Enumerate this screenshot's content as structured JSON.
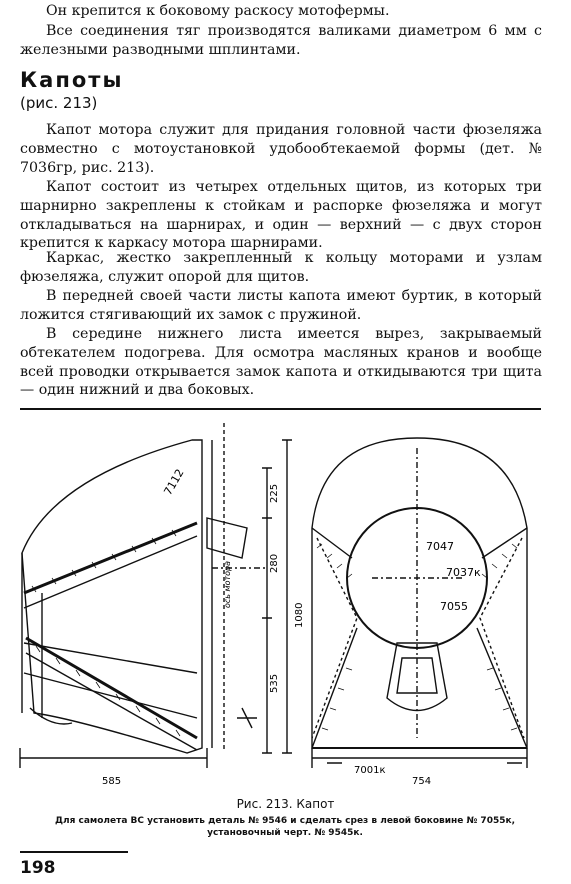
{
  "intro": {
    "line1": "Он крепится к боковому раскосу мотофермы.",
    "p2": "Все соединения тяг производятся валиками диаметром 6 мм с железными разводными шплинтами."
  },
  "section": {
    "title": "Капоты",
    "ref": "(рис. 213)",
    "paragraphs": [
      "Капот мотора служит для придания головной части фюзеляжа совместно с мотоустановкой удобообтекаемой формы (дет. № 7036гр, рис. 213).",
      "Капот состоит из четырех отдельных щитов, из которых три шарнирно закреплены к стойкам и распорке фюзеляжа и могут откладываться на шарнирах, и один — верхний — с двух сторон крепится к каркасу мотора шарнирами.",
      "Каркас, жестко закрепленный к кольцу моторами и узлам фюзеляжа, служит опорой для щитов.",
      "В передней своей части листы капота имеют буртик, в который ложится стягивающий их замок с пружиной.",
      "В середине нижнего листа имеется вырез, закрываемый обтекателем подогрева. Для осмотра масляных кранов и вообще всей проводки открывается замок капота и откидываются три щита — один нижний и два боковых."
    ]
  },
  "figure": {
    "labels": {
      "part_7112": "7112",
      "axis_motor": "ось мотора",
      "dim_225": "225",
      "dim_280": "280",
      "dim_1080": "1080",
      "dim_535": "535",
      "dim_585": "585",
      "part_7047": "7047",
      "part_7037k": "7037к",
      "part_7055": "7055",
      "part_7001k": "7001к",
      "dim_754": "754"
    },
    "caption": "Рис. 213. Капот",
    "note": "Для самолета ВС установить деталь № 9546 и сделать срез в левой боковине № 7055к, установочный черт. № 9545к."
  },
  "page_number": "198"
}
